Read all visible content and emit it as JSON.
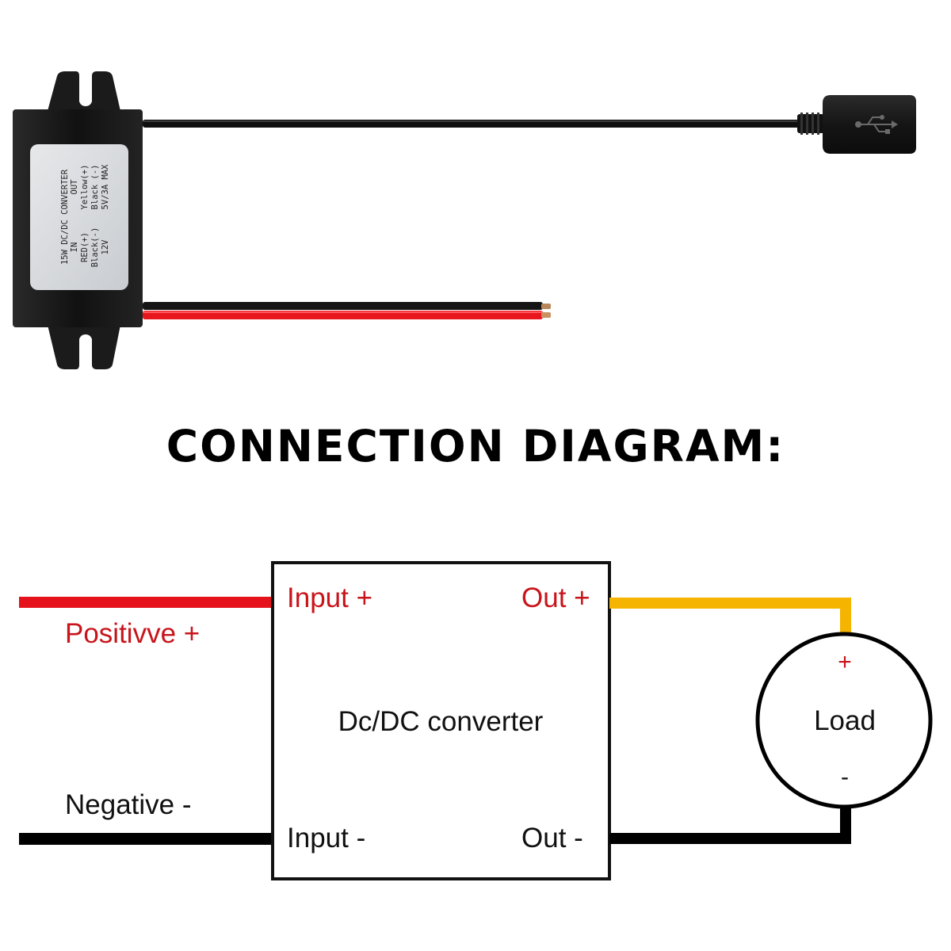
{
  "product_label": {
    "lines": [
      "15W DC/DC CONVERTER",
      "IN",
      "RED(+)",
      "Black(-)",
      "12V",
      "OUT",
      "Yellow(+)",
      "Black (-)",
      "5V/3A  MAX"
    ]
  },
  "heading": "CONNECTION DIAGRAM:",
  "diagram": {
    "converter_label": "Dc/DC converter",
    "input_positive": "Input +",
    "input_negative": "Input -",
    "output_positive": "Out +",
    "output_negative": "Out -",
    "positive_wire_label": "Positivve +",
    "negative_wire_label": "Negative -",
    "load_label": "Load",
    "load_positive": "+",
    "load_negative": "-"
  },
  "colors": {
    "positive_wire": "#e5121b",
    "output_positive_wire": "#f5b400",
    "negative_wire": "#000000",
    "positive_text": "#c8141a",
    "converter_body": "#1a1a1a",
    "label_plate": "#d9dce0"
  },
  "icons": [
    "usb-port-icon"
  ]
}
